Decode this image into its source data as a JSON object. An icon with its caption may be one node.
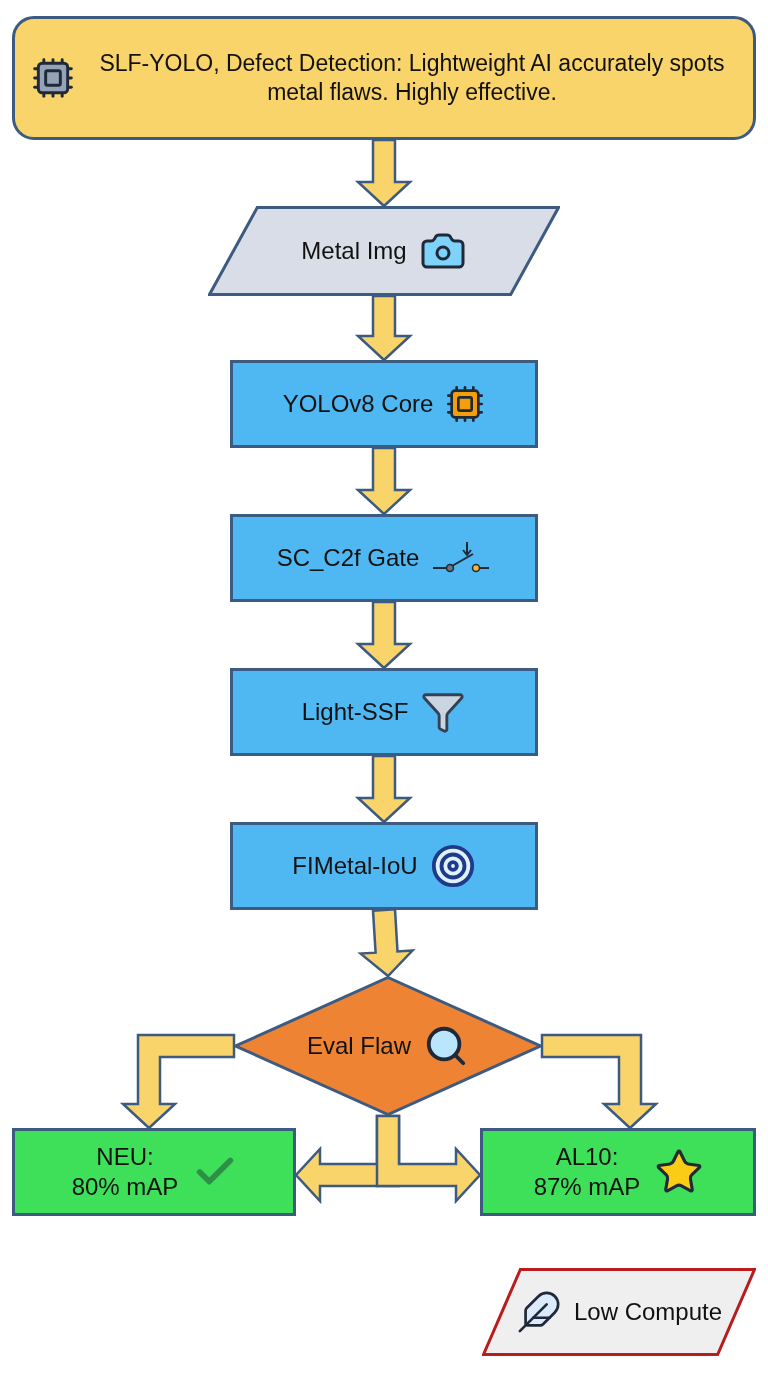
{
  "diagram": {
    "nodes": [
      {
        "text": [
          "SLF-YOLO, Defect Detection: Lightweight AI accurately spots metal flaws. Highly effective."
        ]
      },
      {
        "text": [
          "Metal Img"
        ]
      },
      {
        "text": [
          "YOLOv8 Core"
        ]
      },
      {
        "text": [
          "SC_C2f Gate"
        ]
      },
      {
        "text": [
          "Light-SSF"
        ]
      },
      {
        "text": [
          "FIMetal-IoU"
        ]
      },
      {
        "text": [
          "Eval Flaw"
        ]
      },
      {
        "text": [
          "NEU: 80% mAP"
        ]
      },
      {
        "text": [
          "AL10: 87% mAP"
        ]
      },
      {
        "text": [
          "Low Compute"
        ]
      }
    ],
    "edges": [
      {
        "from": 0,
        "to": 1,
        "arrow": "to"
      },
      {
        "from": 1,
        "to": 2,
        "arrow": "to"
      },
      {
        "from": 2,
        "to": 3,
        "arrow": "to"
      },
      {
        "from": 3,
        "to": 4,
        "arrow": "to"
      },
      {
        "from": 4,
        "to": 5,
        "arrow": "to"
      },
      {
        "from": 5,
        "to": 6,
        "arrow": "to"
      },
      {
        "from": 6,
        "to": 7,
        "arrow": "to"
      },
      {
        "from": 6,
        "to": 8,
        "arrow": "to"
      },
      {
        "from": 6,
        "to": 7,
        "arrow": "to"
      },
      {
        "from": 6,
        "to": 8,
        "arrow": "to"
      }
    ]
  }
}
